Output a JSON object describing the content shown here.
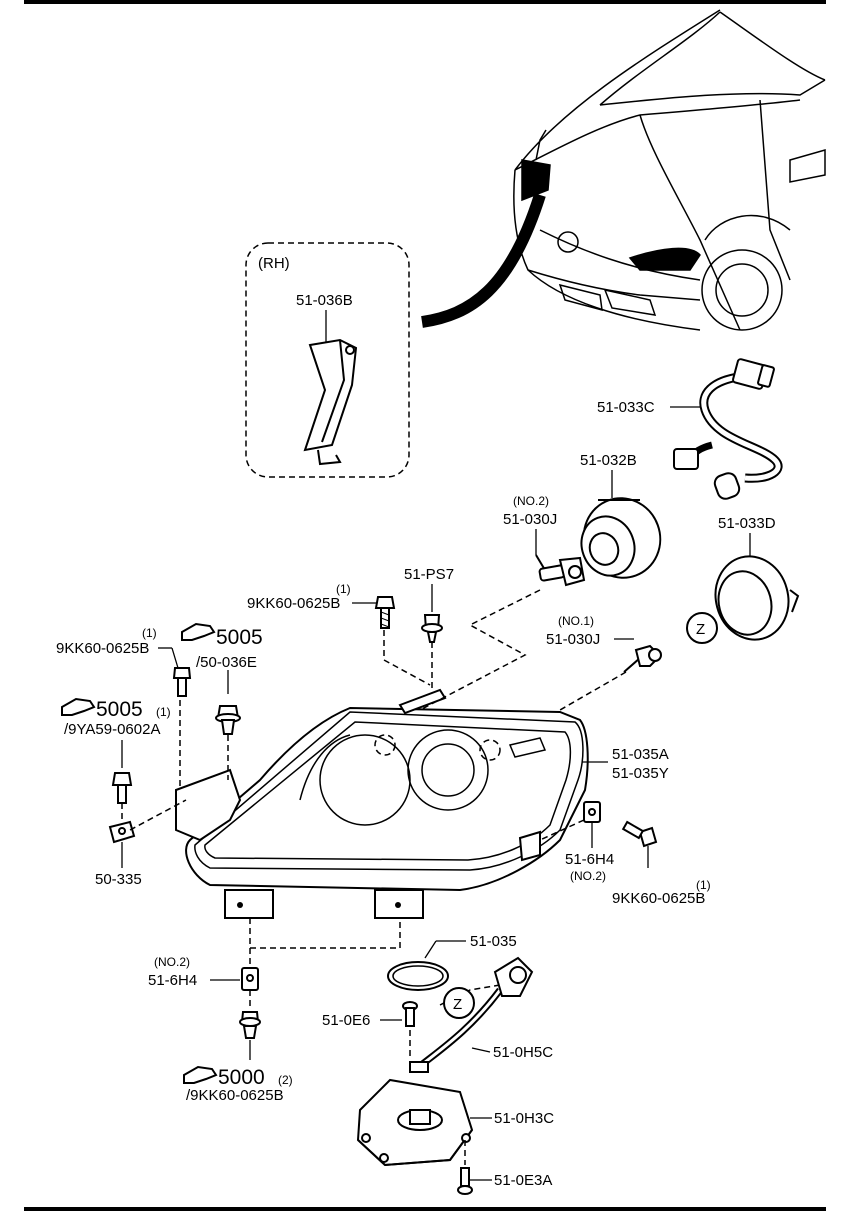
{
  "inset": {
    "title": "(RH)",
    "part": "51-036B"
  },
  "labels": {
    "p033c": "51-033C",
    "p032b": "51-032B",
    "p033d": "51-033D",
    "p030j_no2_note": "(NO.2)",
    "p030j_no2": "51-030J",
    "p030j_no1_note": "(NO.1)",
    "p030j_no1": "51-030J",
    "ps7": "51-PS7",
    "bolt_top_qty": "(1)",
    "bolt_top": "9KK60-0625B",
    "bolt_left_qty": "(1)",
    "bolt_left": "9KK60-0625B",
    "ref5005a": "5005",
    "ref5005a_sub": "/50-036E",
    "ref5005b": "5005",
    "ref5005b_qty": "(1)",
    "ref5005b_sub": "/9YA59-0602A",
    "p50335": "50-335",
    "p035a": "51-035A",
    "p035y": "51-035Y",
    "p6h4_right": "51-6H4",
    "p6h4_right_note": "(NO.2)",
    "bolt_right_qty": "(1)",
    "bolt_right": "9KK60-0625B",
    "p035": "51-035",
    "p6h4_left_note": "(NO.2)",
    "p6h4_left": "51-6H4",
    "p0e6": "51-0E6",
    "p0h5c": "51-0H5C",
    "ref5000": "5000",
    "ref5000_qty": "(2)",
    "ref5000_sub": "/9KK60-0625B",
    "p0h3c": "51-0H3C",
    "p0e3a": "51-0E3A",
    "z_upper": "Z",
    "z_lower": "Z"
  },
  "icons": [
    "pointing-hand-icon"
  ]
}
